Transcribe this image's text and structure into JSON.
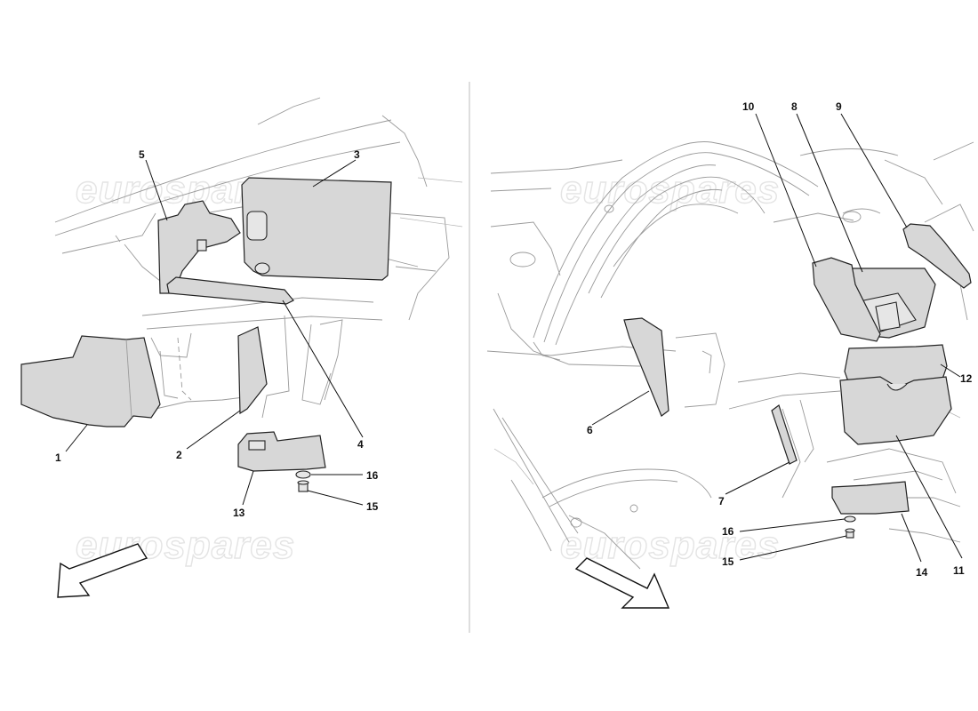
{
  "watermark": {
    "text": "eurospares"
  },
  "left_view": {
    "callouts": [
      {
        "id": "1",
        "label": "1"
      },
      {
        "id": "2",
        "label": "2"
      },
      {
        "id": "3",
        "label": "3"
      },
      {
        "id": "4",
        "label": "4"
      },
      {
        "id": "5",
        "label": "5"
      },
      {
        "id": "13",
        "label": "13"
      },
      {
        "id": "15",
        "label": "15"
      },
      {
        "id": "16",
        "label": "16"
      }
    ]
  },
  "right_view": {
    "callouts": [
      {
        "id": "6",
        "label": "6"
      },
      {
        "id": "7",
        "label": "7"
      },
      {
        "id": "8",
        "label": "8"
      },
      {
        "id": "9",
        "label": "9"
      },
      {
        "id": "10",
        "label": "10"
      },
      {
        "id": "11",
        "label": "11"
      },
      {
        "id": "12",
        "label": "12"
      },
      {
        "id": "14",
        "label": "14"
      },
      {
        "id": "15",
        "label": "15"
      },
      {
        "id": "16",
        "label": "16"
      }
    ]
  },
  "icons": {
    "direction_arrow": "direction-arrow-icon"
  }
}
